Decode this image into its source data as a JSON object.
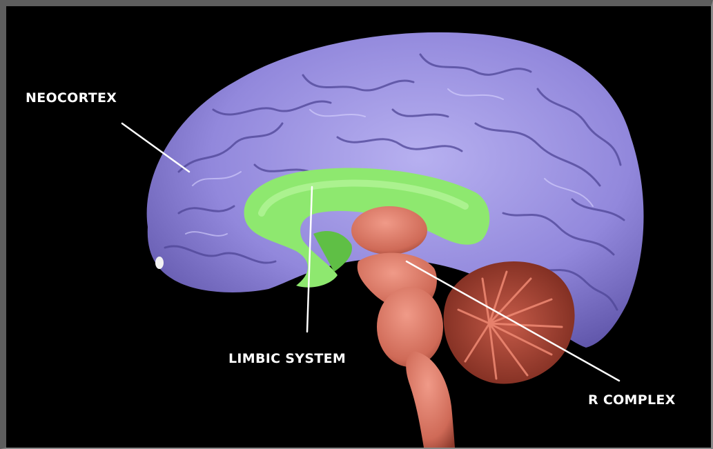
{
  "labels": {
    "neocortex": "NEOCORTEX",
    "limbic_system": "LIMBIC SYSTEM",
    "r_complex": "R COMPLEX"
  },
  "colors": {
    "background": "#000000",
    "neocortex": "#8f86dd",
    "limbic_system": "#8ee86f",
    "r_complex": "#d97563",
    "label_text": "#ffffff",
    "frame": "#5e5e5e"
  }
}
